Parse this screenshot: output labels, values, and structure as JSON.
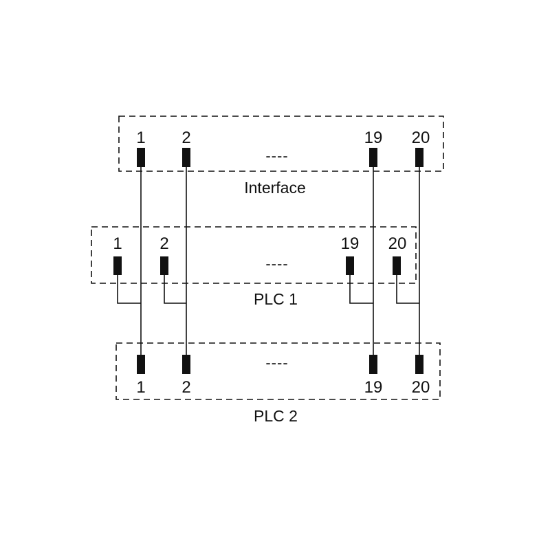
{
  "colors": {
    "ink": "#111111",
    "background": "#ffffff"
  },
  "boxes": {
    "interface": {
      "name": "Interface",
      "pins": [
        "1",
        "2",
        "19",
        "20"
      ],
      "ellipsis": "----"
    },
    "plc1": {
      "name": "PLC 1",
      "pins": [
        "1",
        "2",
        "19",
        "20"
      ],
      "ellipsis": "----"
    },
    "plc2": {
      "name": "PLC 2",
      "pins": [
        "1",
        "2",
        "19",
        "20"
      ],
      "ellipsis": "----"
    }
  }
}
